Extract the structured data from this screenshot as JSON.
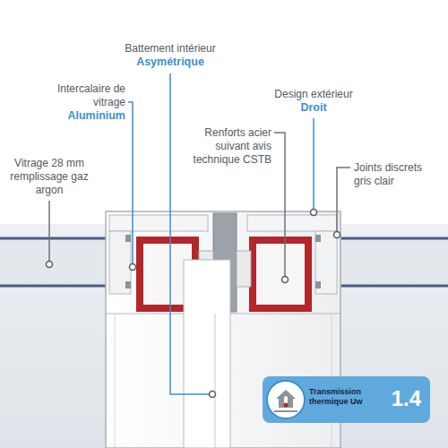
{
  "diagram": {
    "nodes": [
      {
        "text": [
          "Transmission thermique Uw",
          "1.4"
        ]
      }
    ],
    "labels": [
      "Battement intérieur",
      "Asymétrique",
      "Intercalaire de vitrage",
      "Aluminium",
      "Design extérieur",
      "Droit",
      "Renforts acier suivant avis technique CSTB",
      "Vitrage 28 mm remplissage gaz argon",
      "Joints discrets gris clair"
    ]
  }
}
